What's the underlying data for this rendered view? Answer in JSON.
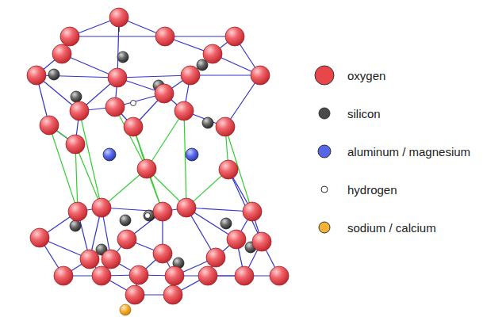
{
  "diagram": {
    "legend": [
      {
        "text": "oxygen",
        "color": "#e8464b"
      },
      {
        "text": "silicon",
        "color": "#4a4a4a"
      },
      {
        "text": "aluminum / magnesium",
        "color": "#5566e6"
      },
      {
        "text": "hydrogen",
        "color": "#ffffff"
      },
      {
        "text": "sodium / calcium",
        "color": "#f5b234"
      }
    ]
  }
}
